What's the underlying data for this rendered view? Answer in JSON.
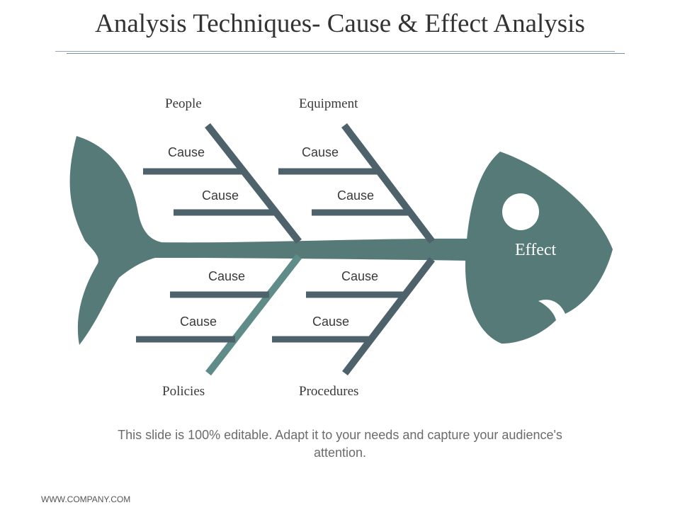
{
  "slide": {
    "title": "Analysis Techniques- Cause & Effect Analysis",
    "caption": "This slide is 100% editable. Adapt it to your needs and capture your audience's attention.",
    "footer": "WWW.COMPANY.COM"
  },
  "diagram": {
    "effect": "Effect",
    "categories": {
      "people": "People",
      "equipment": "Equipment",
      "policies": "Policies",
      "procedures": "Procedures"
    },
    "causes": {
      "people": [
        "Cause",
        "Cause"
      ],
      "equipment": [
        "Cause",
        "Cause"
      ],
      "policies": [
        "Cause",
        "Cause"
      ],
      "procedures": [
        "Cause",
        "Cause"
      ]
    },
    "colors": {
      "fish_body": "#557a78",
      "bone_dark": "#4e626c",
      "bone_light": "#5f8c88",
      "eye": "#ffffff"
    }
  }
}
